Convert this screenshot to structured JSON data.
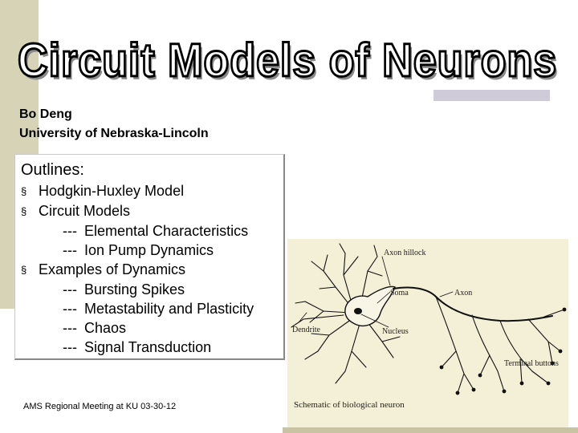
{
  "slide": {
    "title": "Circuit Models of Neurons",
    "author_name": "Bo Deng",
    "author_affiliation": "University of Nebraska-Lincoln",
    "footer": "AMS Regional Meeting at KU 03-30-12"
  },
  "outline": {
    "heading": "Outlines:",
    "items": [
      {
        "kind": "bullet",
        "marker": "§",
        "text": "Hodgkin-Huxley Model"
      },
      {
        "kind": "bullet",
        "marker": "§",
        "text": "Circuit  Models"
      },
      {
        "kind": "sub",
        "marker": "---",
        "text": "Elemental  Characteristics"
      },
      {
        "kind": "sub",
        "marker": "---",
        "text": "Ion  Pump Dynamics"
      },
      {
        "kind": "bullet",
        "marker": "§",
        "text": "Examples of  Dynamics"
      },
      {
        "kind": "sub",
        "marker": "---",
        "text": "Bursting Spikes"
      },
      {
        "kind": "sub",
        "marker": "---",
        "text": "Metastability and Plasticity"
      },
      {
        "kind": "sub",
        "marker": "---",
        "text": "Chaos"
      },
      {
        "kind": "sub",
        "marker": "---",
        "text": "Signal Transduction"
      }
    ]
  },
  "figure": {
    "labels": {
      "axon_hillock": "Axon hillock",
      "soma": "Soma",
      "axon": "Axon",
      "dendrite": "Dendrite",
      "nucleus": "Nucleus",
      "terminal_buttons": "Terminal buttons"
    },
    "caption": "Schematic of biological neuron"
  }
}
